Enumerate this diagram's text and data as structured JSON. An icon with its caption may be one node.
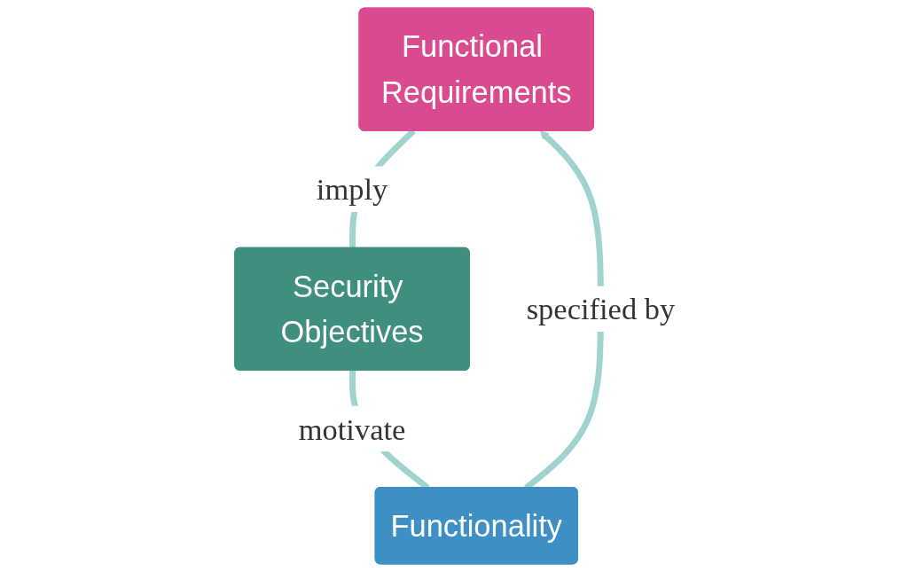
{
  "diagram": {
    "nodes": [
      {
        "text": [
          "Functional Requirements"
        ]
      },
      {
        "text": [
          "Security Objectives"
        ]
      },
      {
        "text": [
          "Functionality"
        ]
      }
    ],
    "edges": [
      {
        "from": 0,
        "to": 1,
        "label": "imply",
        "arrow": "none"
      },
      {
        "from": 1,
        "to": 2,
        "label": "motivate",
        "arrow": "none"
      },
      {
        "from": 2,
        "to": 0,
        "label": "specified by",
        "arrow": "to"
      }
    ]
  }
}
